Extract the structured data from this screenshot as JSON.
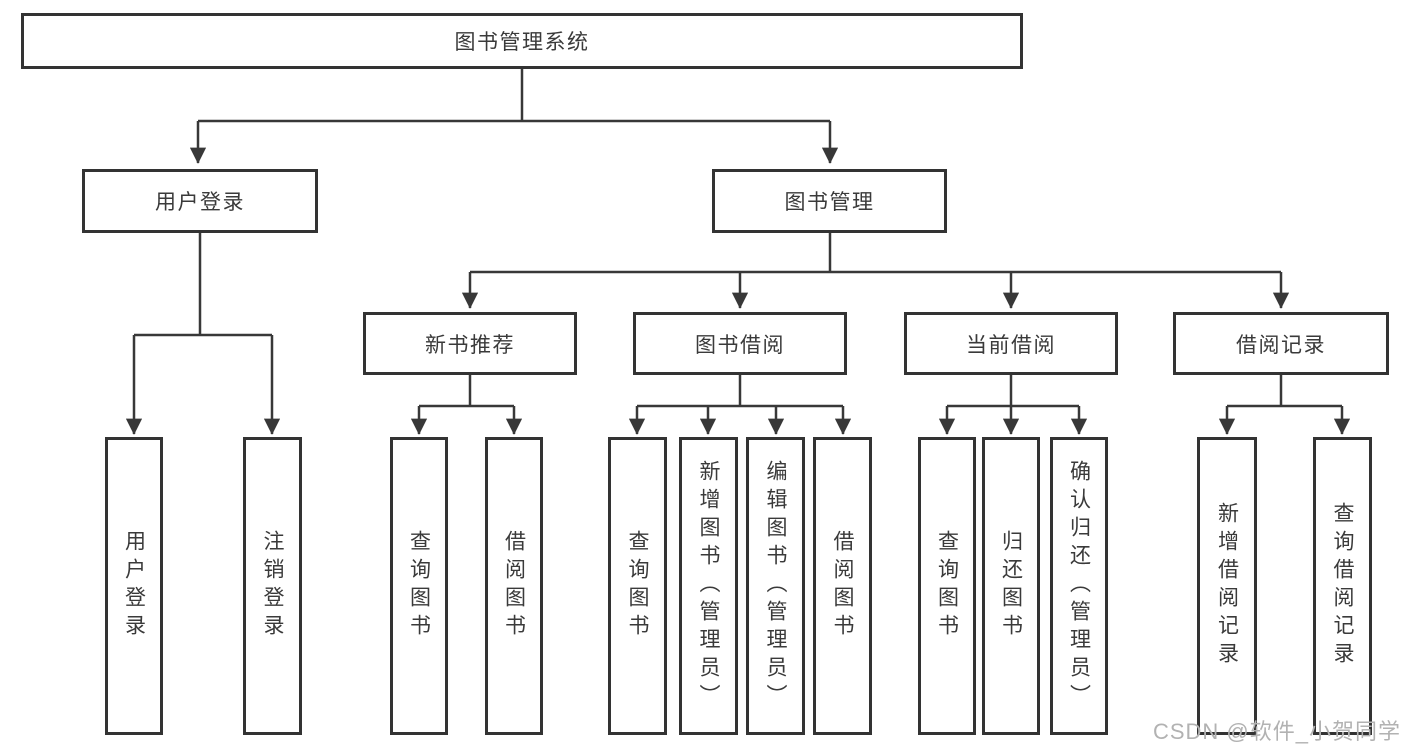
{
  "diagram": {
    "root": "图书管理系统",
    "level1": {
      "user_login": "用户登录",
      "book_management": "图书管理"
    },
    "level2": {
      "new_books": "新书推荐",
      "book_borrow": "图书借阅",
      "current_borrow": "当前借阅",
      "borrow_records": "借阅记录"
    },
    "leaves": {
      "user_login": [
        "用户登录",
        "注销登录"
      ],
      "new_books": [
        "查询图书",
        "借阅图书"
      ],
      "book_borrow": [
        "查询图书",
        "新增图书（管理员）",
        "编辑图书（管理员）",
        "借阅图书"
      ],
      "current_borrow": [
        "查询图书",
        "归还图书",
        "确认归还（管理员）"
      ],
      "borrow_records": [
        "新增借阅记录",
        "查询借阅记录"
      ]
    }
  },
  "watermark": "CSDN @软件_小贺同学",
  "colors": {
    "line": "#383838",
    "box_border": "#333333",
    "text": "#3a3a3a",
    "watermark": "#b2b2b2",
    "background": "#ffffff"
  }
}
